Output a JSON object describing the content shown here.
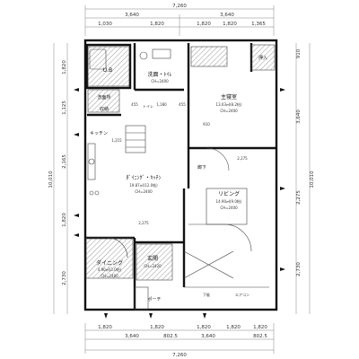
{
  "dims": {
    "top_overall": "7,260",
    "top_left": "3,640",
    "top_right": "3,640",
    "top_segs": [
      "1,030",
      "1,820",
      "1,820",
      "1,820",
      "1,365"
    ],
    "bottom_segs": [
      "1,820",
      "1,820",
      "1,820",
      "1,820",
      "1,820"
    ],
    "bottom_mid": [
      "3,640",
      "3,640",
      "802.5",
      "802.5"
    ],
    "bottom_overall": "7,260",
    "left_overall": "10,010",
    "left_segs": [
      "1,820",
      "1,125",
      "2,165",
      "1,820",
      "2,730"
    ],
    "right_overall": "10,010",
    "right_segs": [
      "910",
      "3,640",
      "2,275",
      "2,730"
    ]
  },
  "rooms": {
    "ub": "U.B",
    "senmen": "洗面・ﾄｲﾚ",
    "senmen_ch": "CH=2400",
    "senmenjo": "洗面所",
    "storage1": "収納",
    "bedroom": "主寝室",
    "bedroom_area": "13.03㎡(8.2帖)",
    "bedroom_ch": "CH=2400",
    "closet": "押入",
    "kitchen": "キッチン",
    "dining_kitchen": "ﾀﾞｲﾆﾝｸﾞ・ｷｯﾁﾝ",
    "dk_area": "19.87㎡(12.0帖)",
    "dk_ch": "CH=2400",
    "living": "リビング",
    "living_area": "14.90㎡(9.0帖)",
    "living_ch": "CH=2400",
    "dining": "ダイニング",
    "dining_area": "4.90㎡(3.0帖)",
    "dining_ch": "CH=2400",
    "entrance": "玄関",
    "entrance_ch": "CH=2420",
    "porch": "ポーチ",
    "hall": "廊下",
    "toilet": "トイレ",
    "shoes": "下駄",
    "ac": "エアコン",
    "misc": [
      "455",
      "1,180",
      "455",
      "1,215",
      "2,275",
      "2,275",
      "910"
    ]
  }
}
